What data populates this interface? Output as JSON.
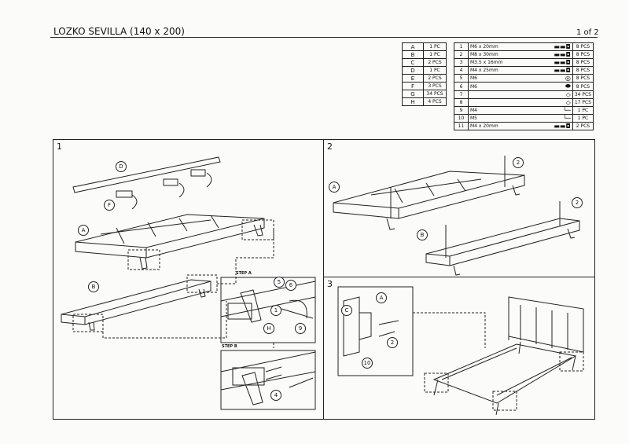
{
  "header": {
    "title": "LOZKO SEVILLA (140 x 200)",
    "page": "1 of 2"
  },
  "panels_parts": [
    {
      "id": "A",
      "qty": "1 PC"
    },
    {
      "id": "B",
      "qty": "1 PC"
    },
    {
      "id": "C",
      "qty": "2 PCS"
    },
    {
      "id": "D",
      "qty": "1 PC"
    },
    {
      "id": "E",
      "qty": "2 PCS"
    },
    {
      "id": "F",
      "qty": "3 PCS"
    },
    {
      "id": "G",
      "qty": "34 PCS"
    },
    {
      "id": "H",
      "qty": "4 PCS"
    }
  ],
  "hardware": [
    {
      "n": "1",
      "spec": "M6 x 20mm",
      "icon": "bolt-icon",
      "qty": "8 PCS"
    },
    {
      "n": "2",
      "spec": "M8 x 30mm",
      "icon": "bolt-icon",
      "qty": "8 PCS"
    },
    {
      "n": "3",
      "spec": "M3.5 x 16mm",
      "icon": "screw-icon",
      "qty": "8 PCS"
    },
    {
      "n": "4",
      "spec": "M4 x 25mm",
      "icon": "screw-icon",
      "qty": "8 PCS"
    },
    {
      "n": "5",
      "spec": "M6",
      "icon": "washer-icon",
      "qty": "8 PCS"
    },
    {
      "n": "6",
      "spec": "M6",
      "icon": "spring-washer-icon",
      "qty": "8 PCS"
    },
    {
      "n": "7",
      "spec": "",
      "icon": "slat-holder-icon",
      "qty": "34 PCS"
    },
    {
      "n": "8",
      "spec": "",
      "icon": "slat-cap-icon",
      "qty": "17 PCS"
    },
    {
      "n": "9",
      "spec": "M4",
      "icon": "allen-key-icon",
      "qty": "1 PC"
    },
    {
      "n": "10",
      "spec": "M5",
      "icon": "allen-key-icon",
      "qty": "1 PC"
    },
    {
      "n": "11",
      "spec": "M4 x 20mm",
      "icon": "screw-icon",
      "qty": "2 PCS"
    }
  ],
  "steps": {
    "s1": {
      "num": "1",
      "labels": [
        "D",
        "F",
        "A",
        "B",
        "H",
        "5",
        "6",
        "1",
        "9",
        "4"
      ],
      "step_a": "STEP A",
      "step_b": "STEP B"
    },
    "s2": {
      "num": "2",
      "labels": [
        "A",
        "2",
        "2",
        "B"
      ]
    },
    "s3": {
      "num": "3",
      "labels": [
        "A",
        "C",
        "2",
        "10"
      ]
    }
  }
}
